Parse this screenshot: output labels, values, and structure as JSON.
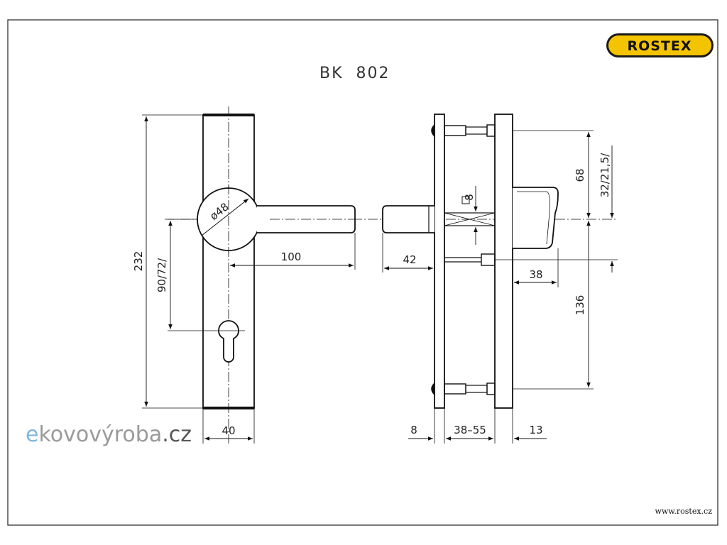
{
  "brand": {
    "logo_text": "ROSTEX",
    "logo_color": "#f5c400",
    "website": "www.rostex.cz"
  },
  "title": "BK  802",
  "watermark": {
    "prefix": "e",
    "middle": "kovovýroba",
    "suffix": ".cz",
    "prefix_color": "#7fb6dd"
  },
  "front_view": {
    "dim_height": "232",
    "dim_center_distance": "90/72/",
    "dim_rose_diameter": "ø48",
    "dim_handle_length": "100",
    "dim_width": "40"
  },
  "side_view": {
    "dim_spindle_square": "8",
    "dim_spindle_projection": "42",
    "dim_upper": "68",
    "dim_upper_alt": "32/21,5/",
    "dim_cylinder": "38",
    "dim_lower": "136",
    "dim_plate_thickness": "8",
    "dim_door_thickness": "38–55",
    "dim_back_plate": "13"
  }
}
